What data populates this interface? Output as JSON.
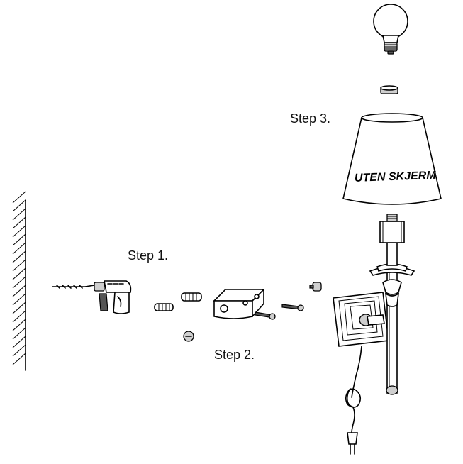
{
  "steps": {
    "step1": "Step 1.",
    "step2": "Step 2.",
    "step3": "Step 3."
  },
  "shade_text": "UTEN SKJERM",
  "colors": {
    "line": "#000000",
    "background": "#ffffff",
    "shading": "#cfcfcf"
  }
}
